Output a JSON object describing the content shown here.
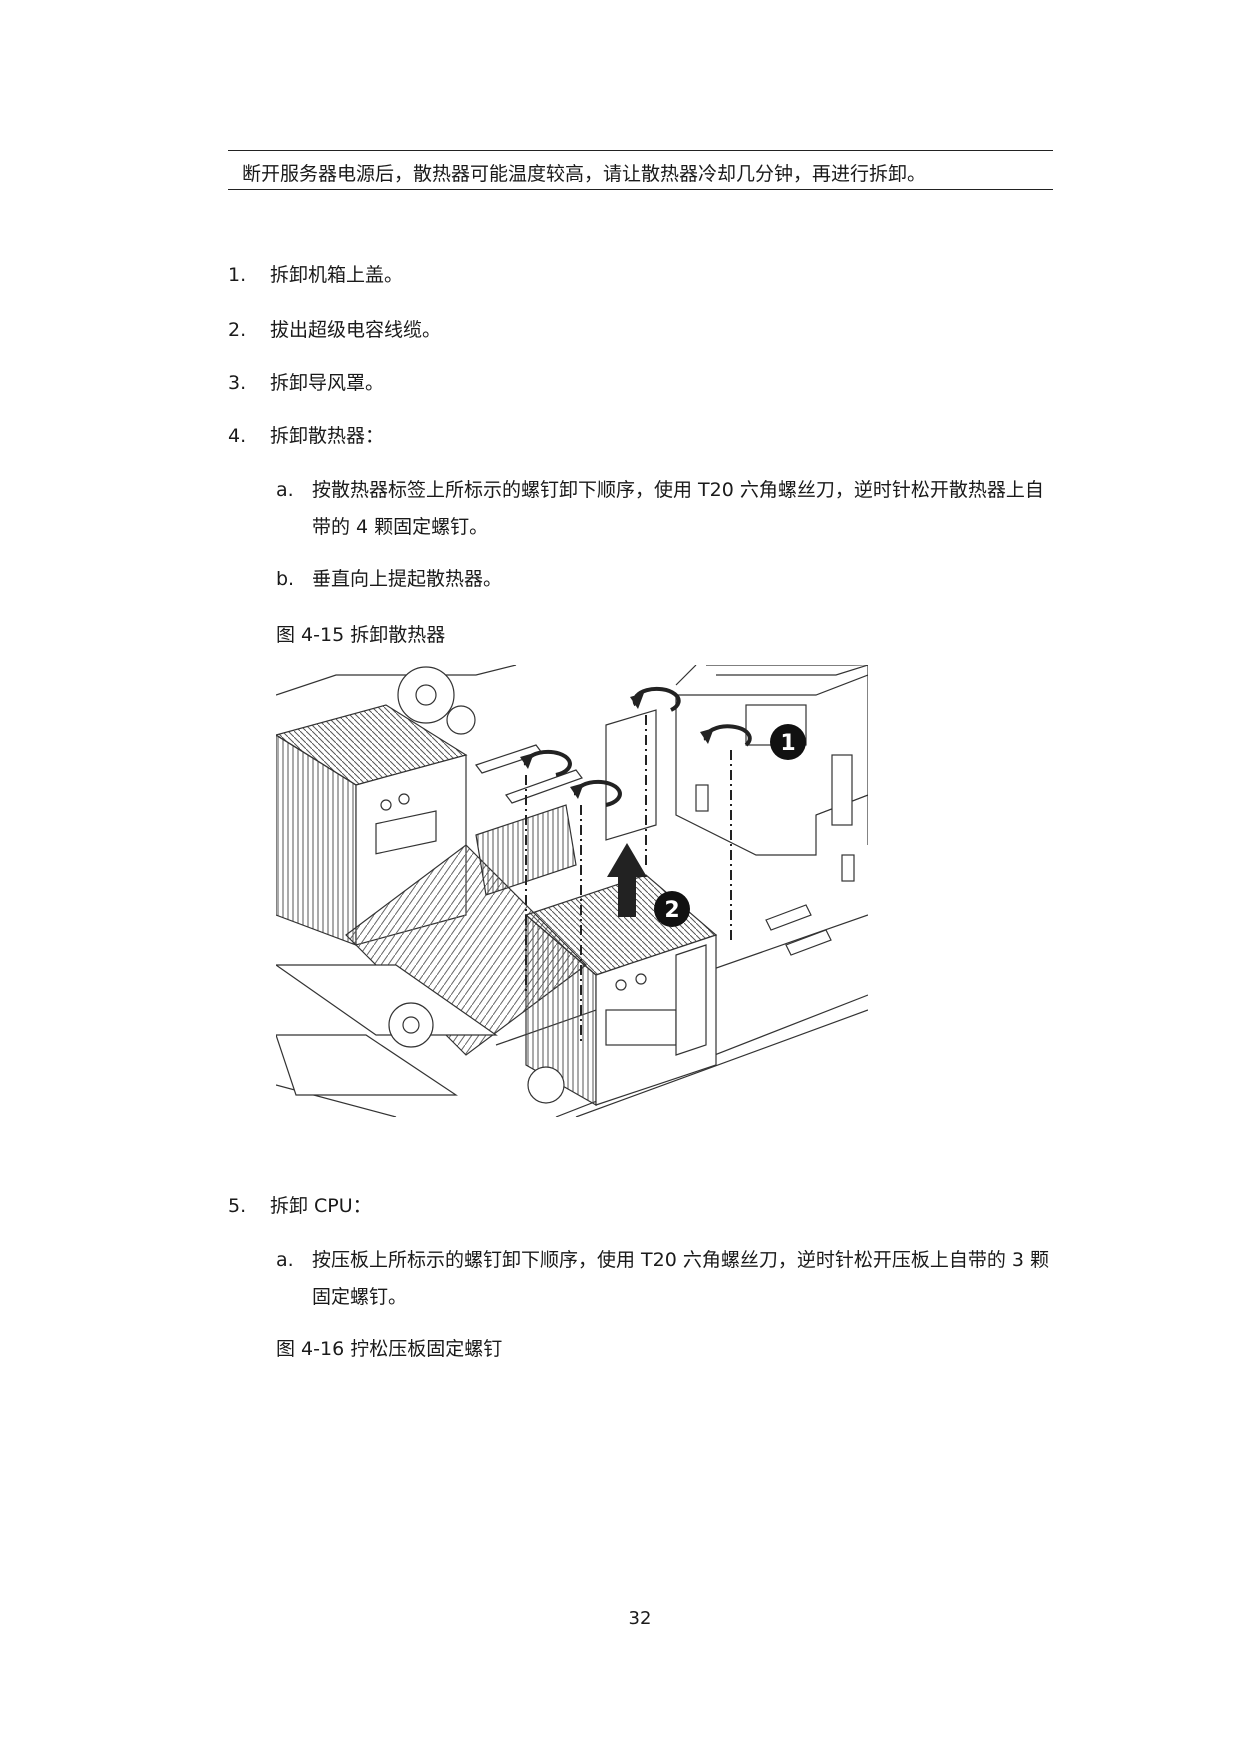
{
  "note": "断开服务器电源后，散热器可能温度较高，请让散热器冷却几分钟，再进行拆卸。",
  "steps": [
    {
      "num": "1.",
      "text": "拆卸机箱上盖。"
    },
    {
      "num": "2.",
      "text": "拔出超级电容线缆。"
    },
    {
      "num": "3.",
      "text": "拆卸导风罩。"
    },
    {
      "num": "4.",
      "text": "拆卸散热器："
    },
    {
      "num": "5.",
      "text": "拆卸 CPU："
    }
  ],
  "step4_substeps": [
    {
      "letter": "a.",
      "text": "按散热器标签上所标示的螺钉卸下顺序，使用 T20 六角螺丝刀，逆时针松开散热器上自带的 4 颗固定螺钉。"
    },
    {
      "letter": "b.",
      "text": "垂直向上提起散热器。"
    }
  ],
  "figure_4_15": {
    "caption": "图 4-15  拆卸散热器",
    "callouts": [
      "1",
      "2"
    ]
  },
  "step5_substeps": [
    {
      "letter": "a.",
      "text": "按压板上所标示的螺钉卸下顺序，使用 T20 六角螺丝刀，逆时针松开压板上自带的 3 颗固定螺钉。"
    }
  ],
  "figure_4_16": {
    "caption": "图 4-16  拧松压板固定螺钉"
  },
  "page_number": "32"
}
